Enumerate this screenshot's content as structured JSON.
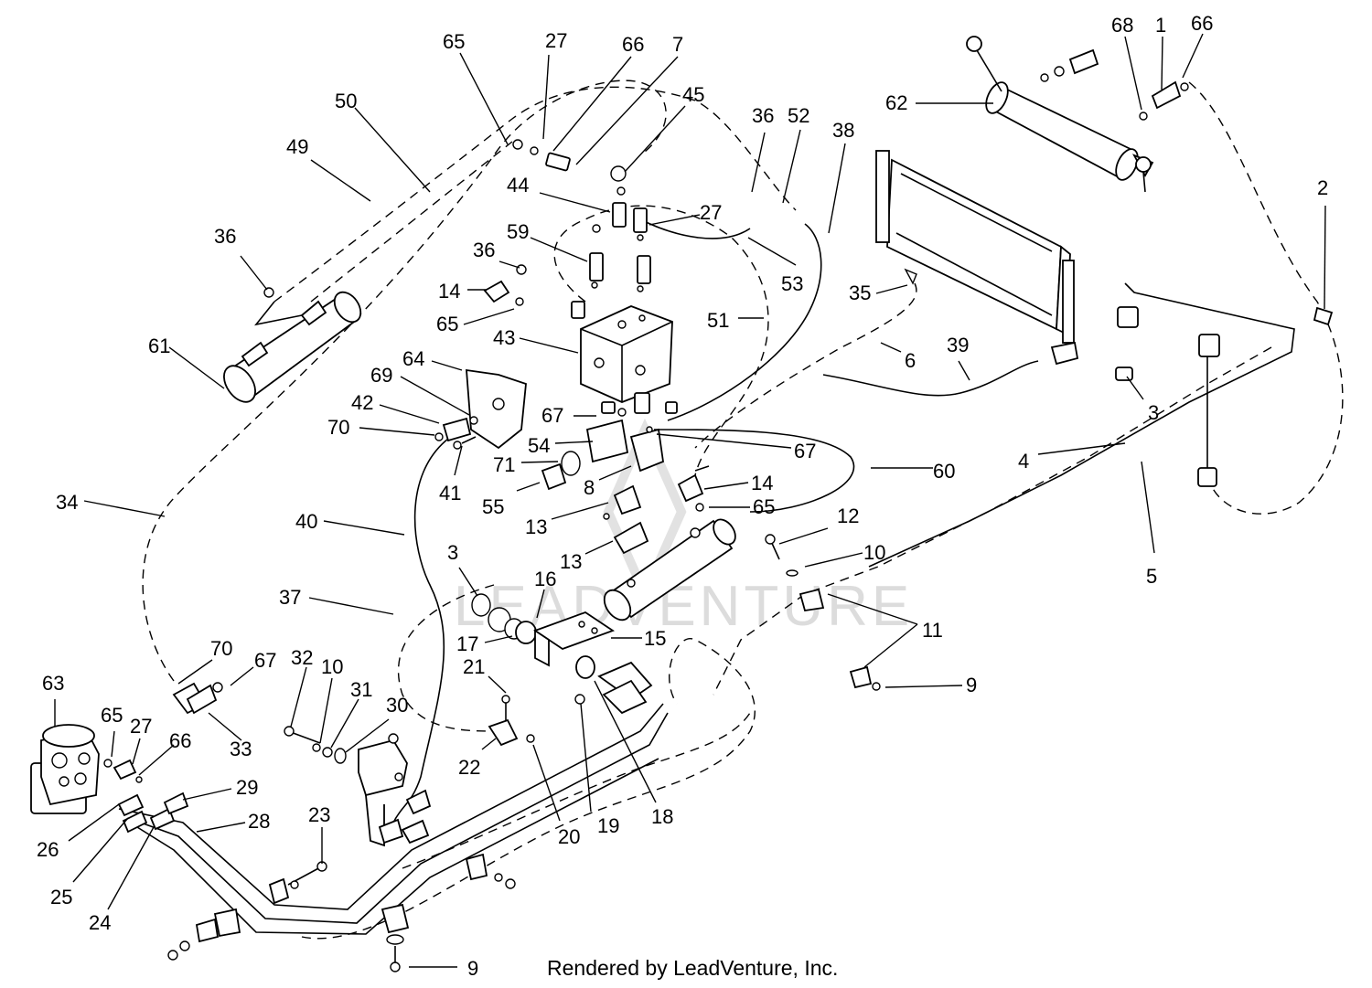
{
  "watermark": "LEADVENTURE",
  "footer": "Rendered by LeadVenture, Inc.",
  "labels": {
    "l65a": "65",
    "l27a": "27",
    "l66a": "66",
    "l7": "7",
    "l45": "45",
    "l50": "50",
    "l49": "49",
    "l44": "44",
    "l27b": "27",
    "l36a": "36",
    "l52": "52",
    "l38": "38",
    "l68": "68",
    "l1": "1",
    "l66b": "66",
    "l62": "62",
    "l2": "2",
    "l36b": "36",
    "l59": "59",
    "l36c": "36",
    "l53": "53",
    "l14a": "14",
    "l65b": "65",
    "l51": "51",
    "l35": "35",
    "l61": "61",
    "l43": "43",
    "l6": "6",
    "l39": "39",
    "l3a": "3",
    "l64": "64",
    "l69": "69",
    "l42": "42",
    "l70a": "70",
    "l67a": "67",
    "l54": "54",
    "l67b": "67",
    "l4": "4",
    "l71": "71",
    "l41": "41",
    "l8": "8",
    "l14b": "14",
    "l60": "60",
    "l34": "34",
    "l55": "55",
    "l13a": "13",
    "l65c": "65",
    "l5": "5",
    "l12": "12",
    "l40": "40",
    "l10a": "10",
    "l13b": "13",
    "l3b": "3",
    "l16": "16",
    "l37": "37",
    "l17": "17",
    "l15": "15",
    "l11": "11",
    "l70b": "70",
    "l67c": "67",
    "l63": "63",
    "l32": "32",
    "l10b": "10",
    "l21": "21",
    "l31": "31",
    "l30": "30",
    "l9a": "9",
    "l65d": "65",
    "l27c": "27",
    "l66c": "66",
    "l33": "33",
    "l22": "22",
    "l19": "19",
    "l18": "18",
    "l29": "29",
    "l26": "26",
    "l28": "28",
    "l23": "23",
    "l20": "20",
    "l25": "25",
    "l24": "24",
    "l9b": "9"
  }
}
